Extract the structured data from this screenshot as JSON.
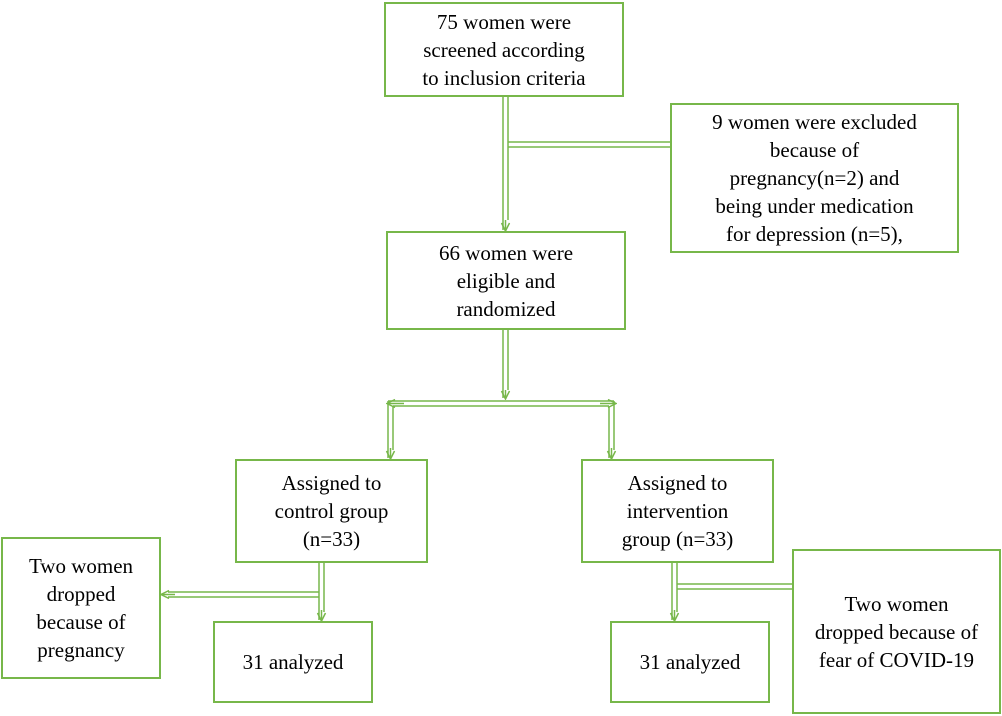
{
  "flowchart": {
    "screened": "75 women were\nscreened according\nto inclusion criteria",
    "excluded": "9 women were excluded\nbecause of\npregnancy(n=2) and\nbeing under medication\nfor depression (n=5),",
    "randomized": "66 women were\neligible and\nrandomized",
    "control_group": "Assigned to\ncontrol group\n(n=33)",
    "intervention_group": "Assigned to\nintervention\ngroup (n=33)",
    "control_dropped": "Two women\ndropped\nbecause of\npregnancy",
    "intervention_dropped": "Two women\ndropped because of\nfear of COVID-19",
    "control_analyzed": "31 analyzed",
    "intervention_analyzed": "31 analyzed"
  },
  "colors": {
    "line": "#77b74a"
  }
}
